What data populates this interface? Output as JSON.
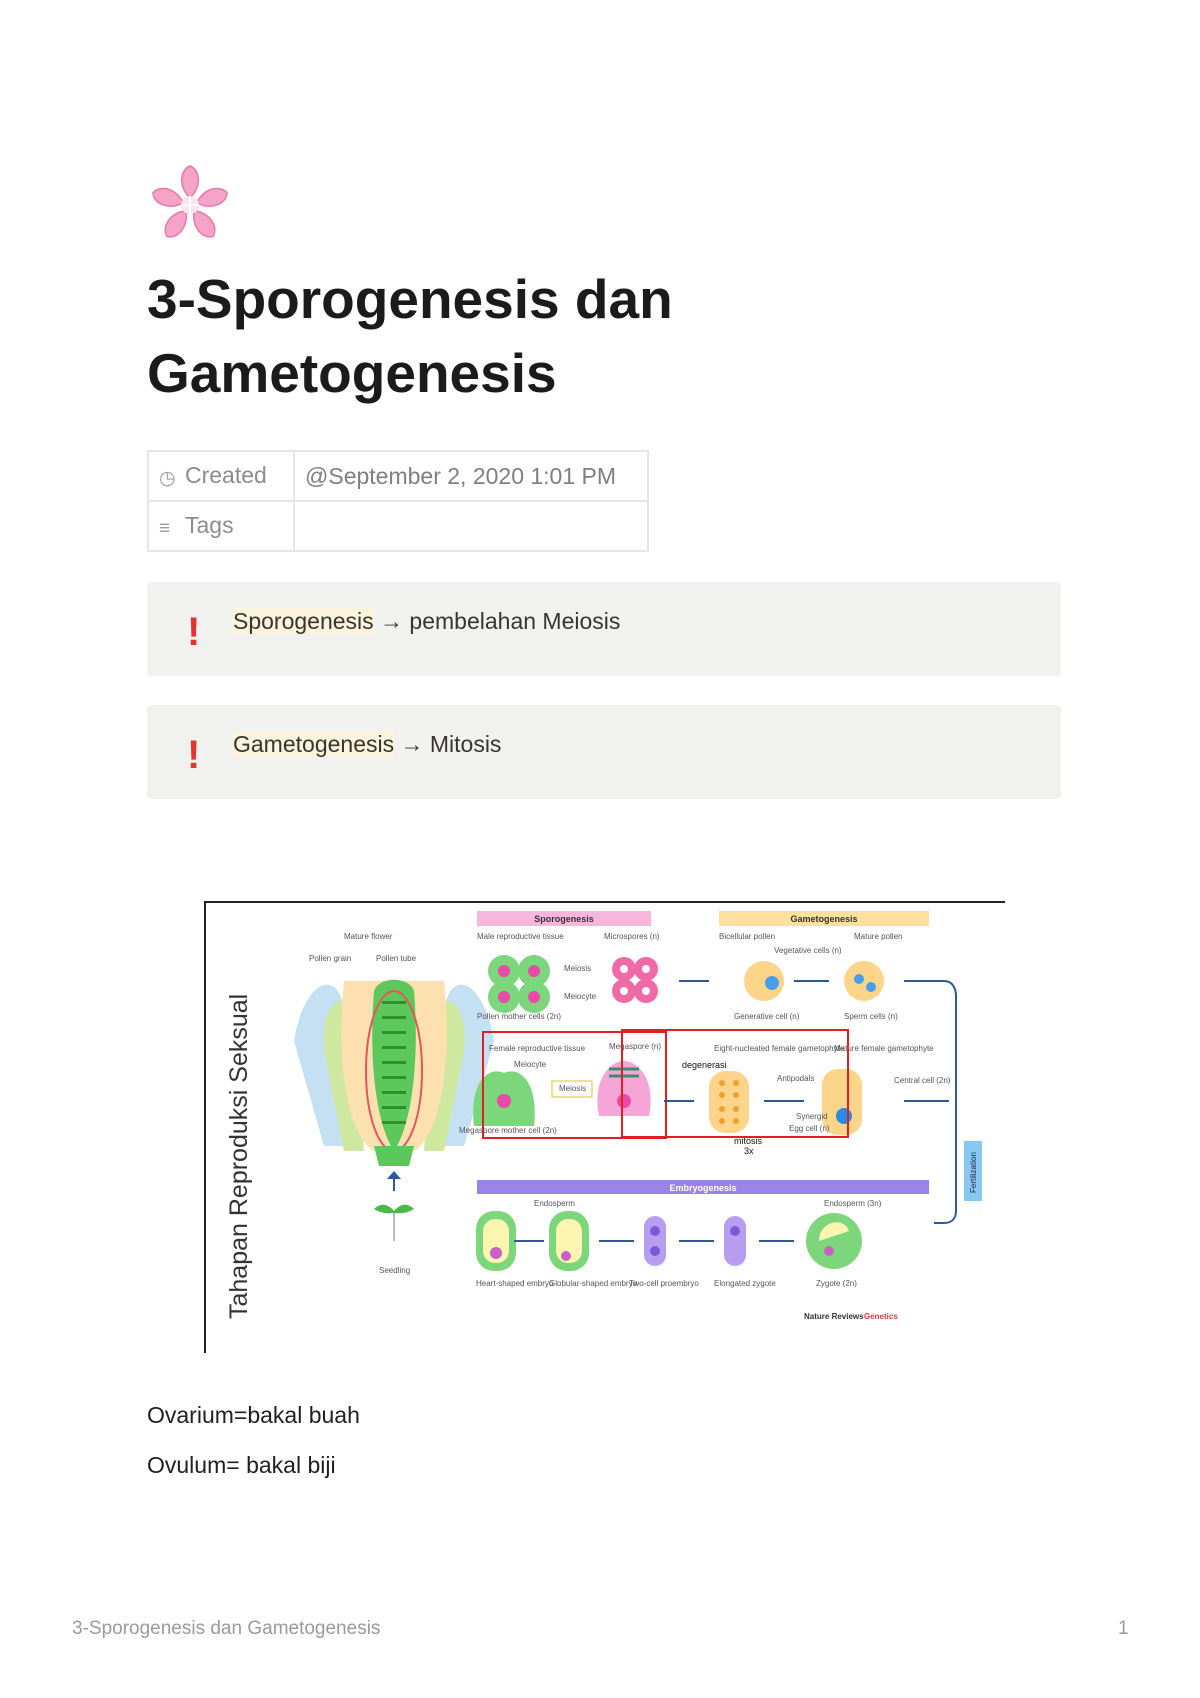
{
  "page": {
    "icon": "cherry-blossom-icon",
    "title": "3-Sporogenesis dan Gametogenesis",
    "properties": [
      {
        "icon": "clock-icon",
        "key": "Created",
        "value": "@September 2, 2020 1:01 PM"
      },
      {
        "icon": "list-icon",
        "key": "Tags",
        "value": ""
      }
    ],
    "callouts": [
      {
        "icon": "exclamation-icon",
        "term": "Sporogenesis",
        "text": " → pembelahan Meiosis"
      },
      {
        "icon": "exclamation-icon",
        "term": "Gametogenesis",
        "text": " → Mitosis"
      }
    ],
    "paragraphs": [
      "Ovarium=bakal buah",
      "Ovulum= bakal biji"
    ],
    "footer": {
      "title": "3-Sporogenesis dan Gametogenesis",
      "page": "1"
    }
  },
  "figure": {
    "side_label": "Tahapan Reproduksi Seksual",
    "headers": {
      "sporogenesis": "Sporogenesis",
      "gametogenesis": "Gametogenesis",
      "embryogenesis": "Embryogenesis",
      "fertilization": "Fertilization"
    },
    "labels": {
      "mature_flower": "Mature flower",
      "pollen_grain": "Pollen grain",
      "pollen_tube": "Pollen tube",
      "male_tissue": "Male reproductive tissue",
      "microspores": "Microspores (n)",
      "bicellular_pollen": "Bicellular pollen",
      "mature_pollen": "Mature pollen",
      "meiosis": "Meiosis",
      "meiocyte": "Meiocyte",
      "vegetative_cells": "Vegetative cells (n)",
      "pollen_mother": "Pollen mother cells (2n)",
      "generative_cell": "Generative cell (n)",
      "sperm_cells": "Sperm cells (n)",
      "female_tissue": "Female reproductive tissue",
      "megaspore": "Megaspore (n)",
      "eight_nucleated": "Eight-nucleated female gametophyte",
      "mature_female": "Mature female gametophyte",
      "degenerasi": "degenerasi",
      "antipodals": "Antipodals",
      "central_cell": "Central cell (2n)",
      "synergid": "Synergid",
      "egg_cell": "Egg cell (n)",
      "megaspore_mother": "Megaspore mother cell (2n)",
      "mitosis": "mitosis",
      "times": "3x",
      "endosperm": "Endosperm",
      "endosperm_3n": "Endosperm (3n)",
      "seedling": "Seedling",
      "heart": "Heart-shaped embryo",
      "globular": "Globular-shaped embryo",
      "two_cell": "Two-cell proembryo",
      "elongated": "Elongated zygote",
      "zygote": "Zygote (2n)",
      "credit": "Nature Reviews",
      "credit2": "Genetics"
    }
  }
}
